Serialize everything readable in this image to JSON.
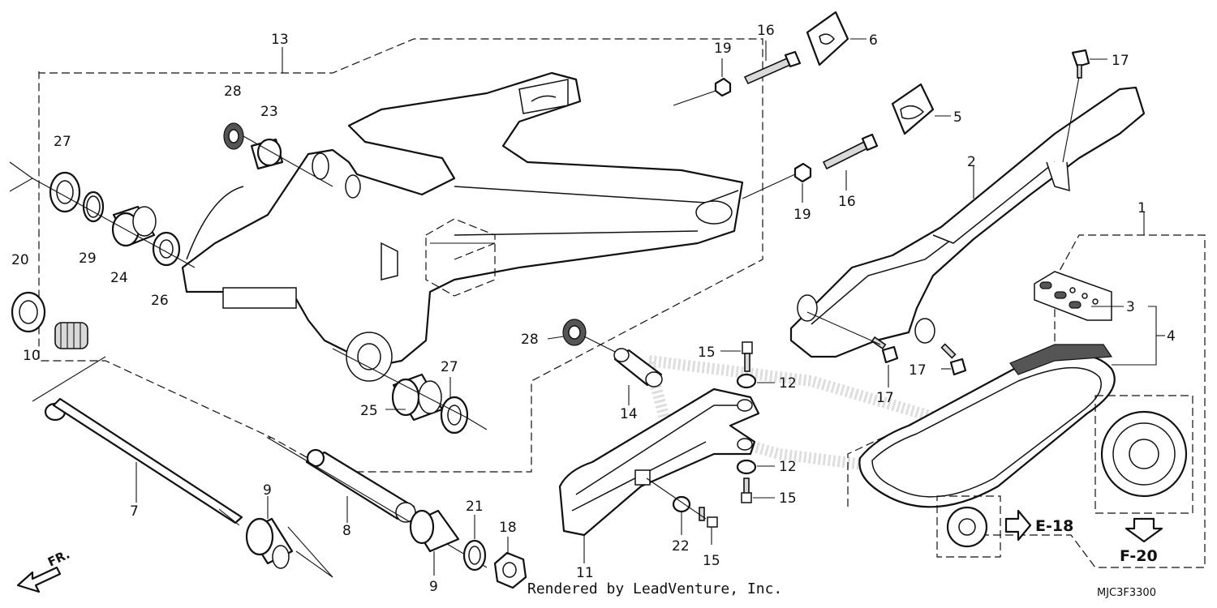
{
  "diagram": {
    "credit": "Rendered by LeadVenture, Inc.",
    "diagram_code": "MJC3F3300",
    "front_marker": "FR.",
    "references": {
      "e18": "E-18",
      "f20": "F-20"
    },
    "callouts": {
      "c1": "1",
      "c2": "2",
      "c3": "3",
      "c4": "4",
      "c5": "5",
      "c6": "6",
      "c7": "7",
      "c8": "8",
      "c9a": "9",
      "c9b": "9",
      "c10": "10",
      "c11": "11",
      "c12a": "12",
      "c12b": "12",
      "c13": "13",
      "c14": "14",
      "c15a": "15",
      "c15b": "15",
      "c15c": "15",
      "c16a": "16",
      "c16b": "16",
      "c17a": "17",
      "c17b": "17",
      "c17c": "17",
      "c18": "18",
      "c19a": "19",
      "c19b": "19",
      "c20": "20",
      "c21": "21",
      "c22": "22",
      "c23": "23",
      "c24": "24",
      "c25": "25",
      "c26": "26",
      "c27a": "27",
      "c27b": "27",
      "c28a": "28",
      "c28b": "28",
      "c29": "29"
    }
  }
}
